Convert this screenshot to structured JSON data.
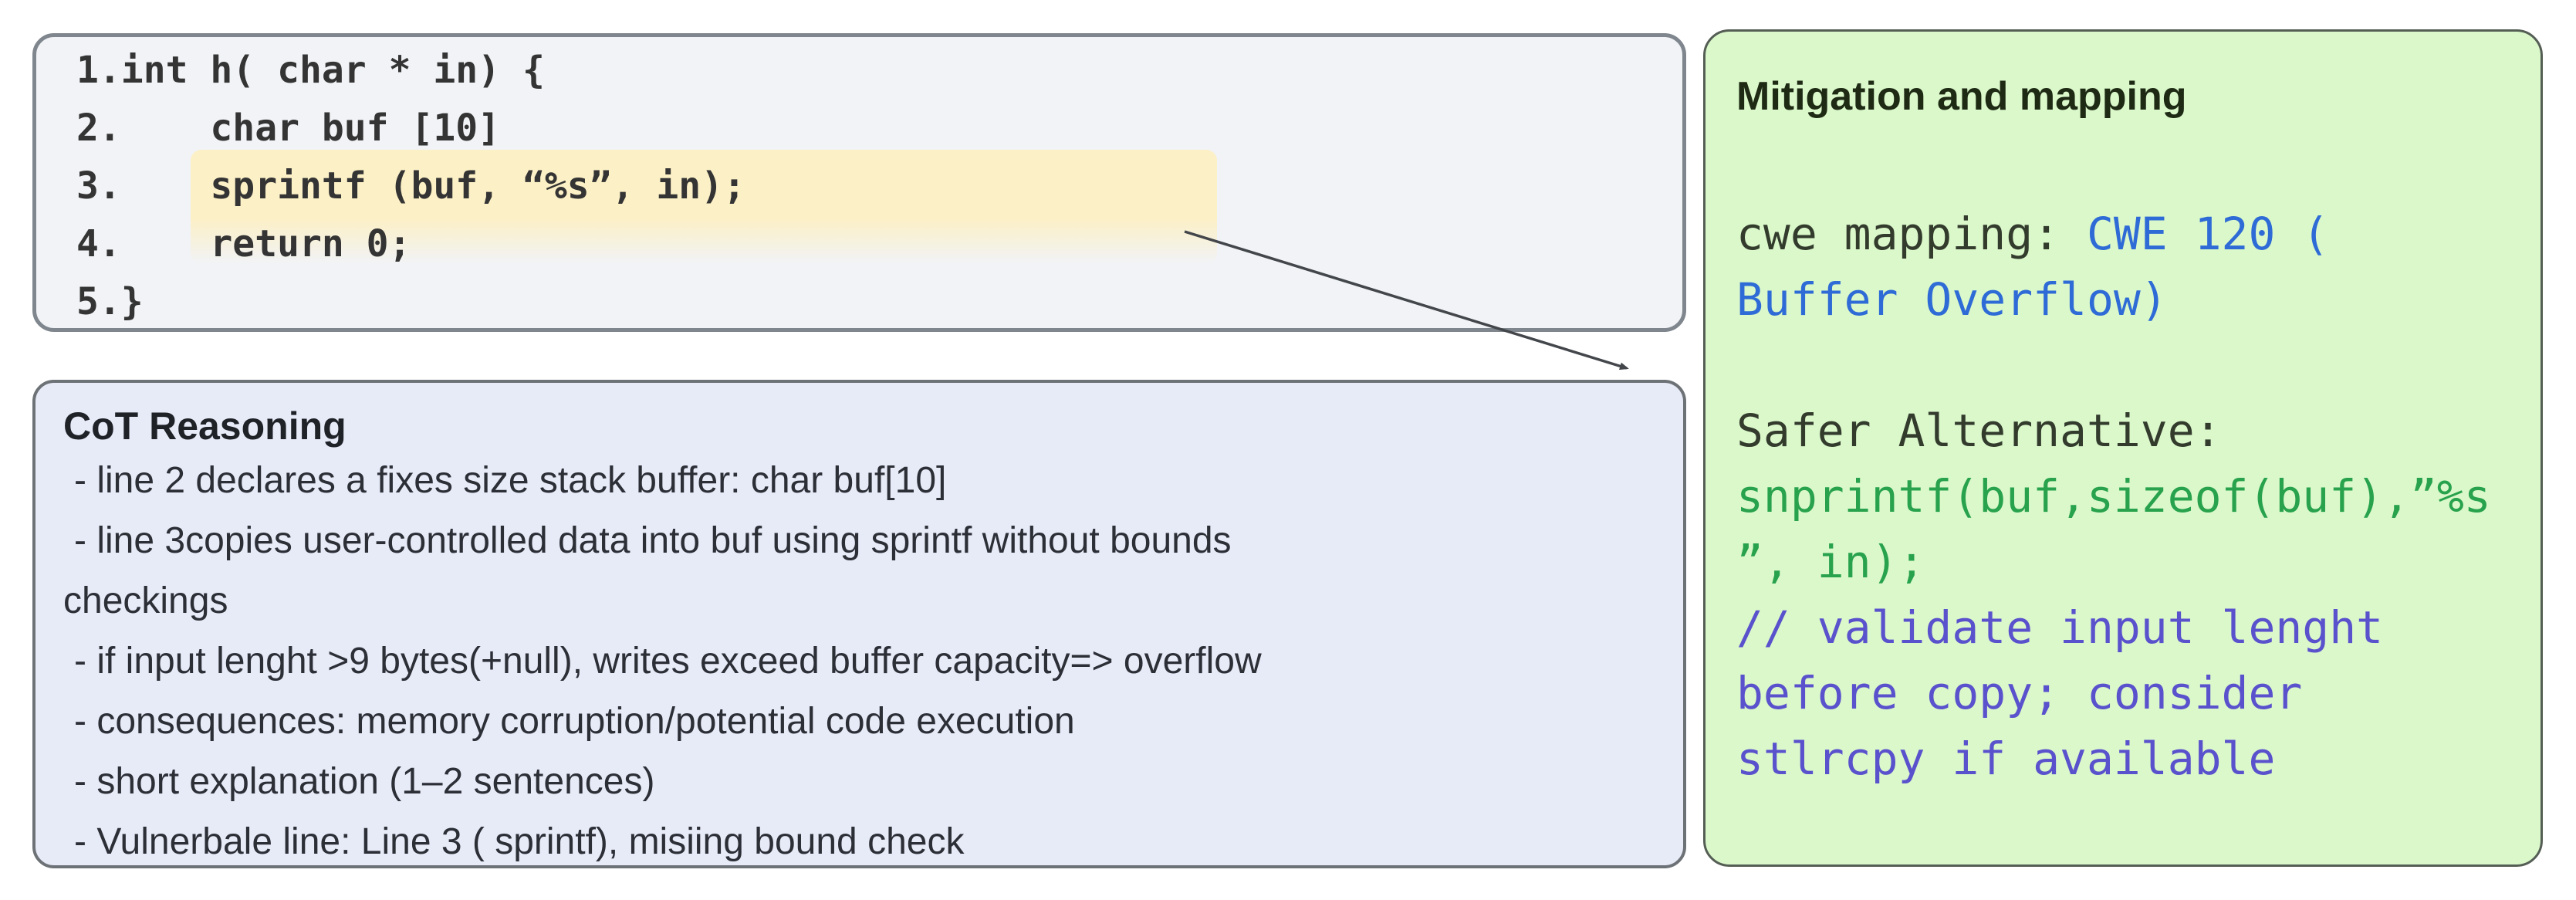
{
  "colors": {
    "code-bg": "#f1f3f6",
    "code-border": "#7f868d",
    "cot-bg": "#e7ebf8",
    "cot-border": "#6d7277",
    "mit-bg": "#daf8ca",
    "mit-border": "#555e55",
    "highlight": "#fcf0c6",
    "code-text": "#343434",
    "cot-text": "#2c2f36",
    "title-dark": "#1f2227",
    "mit-title": "#1e2a14",
    "mono-dark": "#333b2d",
    "blue": "#2e6bd6",
    "green": "#28a24c",
    "purple": "#5a51cd",
    "arrow": "#43464a"
  },
  "code_panel": {
    "lines": [
      "1.int h( char * in) {",
      "2.    char buf [10]",
      "3.    sprintf (buf, “%s”, in);",
      "4.    return 0;",
      "5.}"
    ],
    "highlighted_line_number": 3
  },
  "cot_panel": {
    "title": "CoT Reasoning",
    "rows": [
      {
        "text": "- line 2 declares a fixes size stack buffer: char buf[10]",
        "bullet": true
      },
      {
        "text": "- line 3copies user-controlled data into buf using sprintf without bounds",
        "bullet": true
      },
      {
        "text": "checkings",
        "bullet": false
      },
      {
        "text": "- if input lenght >9 bytes(+null), writes exceed buffer capacity=> overflow",
        "bullet": true
      },
      {
        "text": "- consequences: memory corruption/potential code execution",
        "bullet": true
      },
      {
        "text": "- short explanation (1–2 sentences)",
        "bullet": true
      },
      {
        "text": "- Vulnerbale line: Line 3 ( sprintf), misiing bound check",
        "bullet": true
      }
    ]
  },
  "mitigation_panel": {
    "title": "Mitigation and mapping",
    "rows": [
      {
        "segments": [
          {
            "text": "cwe mapping: ",
            "color": "dark"
          },
          {
            "text": "CWE 120 (",
            "color": "blue"
          }
        ]
      },
      {
        "segments": [
          {
            "text": "Buffer Overflow)",
            "color": "blue"
          }
        ]
      },
      {
        "segments": []
      },
      {
        "segments": [
          {
            "text": "Safer Alternative:",
            "color": "dark"
          }
        ]
      },
      {
        "segments": [
          {
            "text": "snprintf(buf,sizeof(buf),”%s",
            "color": "green"
          }
        ]
      },
      {
        "segments": [
          {
            "text": "”, in);",
            "color": "green"
          }
        ]
      },
      {
        "segments": [
          {
            "text": "// validate input lenght",
            "color": "purple"
          }
        ]
      },
      {
        "segments": [
          {
            "text": "before copy; consider",
            "color": "purple"
          }
        ]
      },
      {
        "segments": [
          {
            "text": "stlrcpy if available",
            "color": "purple"
          }
        ]
      }
    ]
  }
}
